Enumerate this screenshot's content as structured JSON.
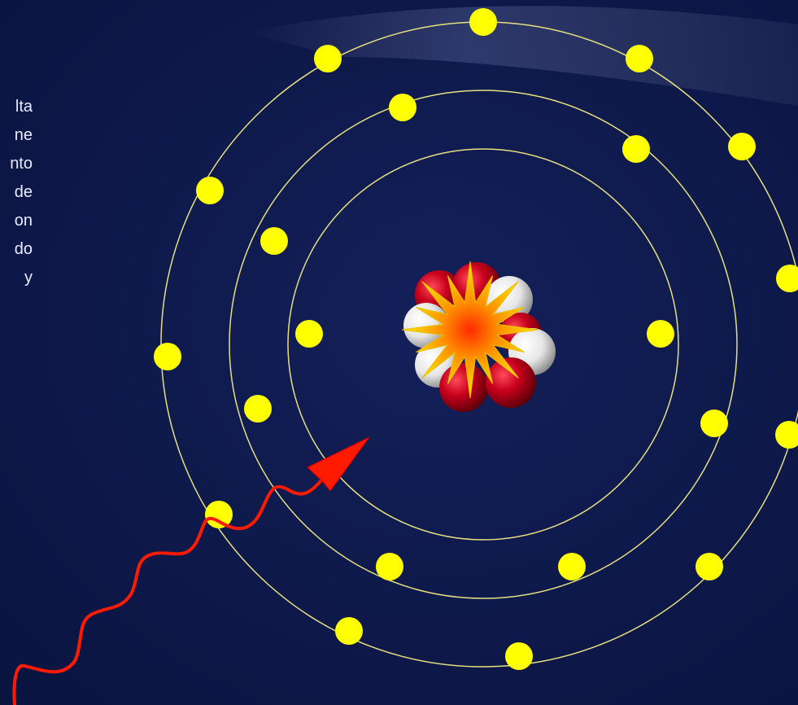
{
  "text_lines": [
    "lta",
    "ne",
    "nto",
    "de",
    "on",
    "do",
    "y"
  ],
  "colors": {
    "background": "#0f1a4d",
    "orbit": "#e6e080",
    "electron": "#ffff00",
    "proton": "#c0001a",
    "neutron": "#f2f2f2",
    "photon_arrow": "#ff0000",
    "burst": "#ffb000"
  }
}
